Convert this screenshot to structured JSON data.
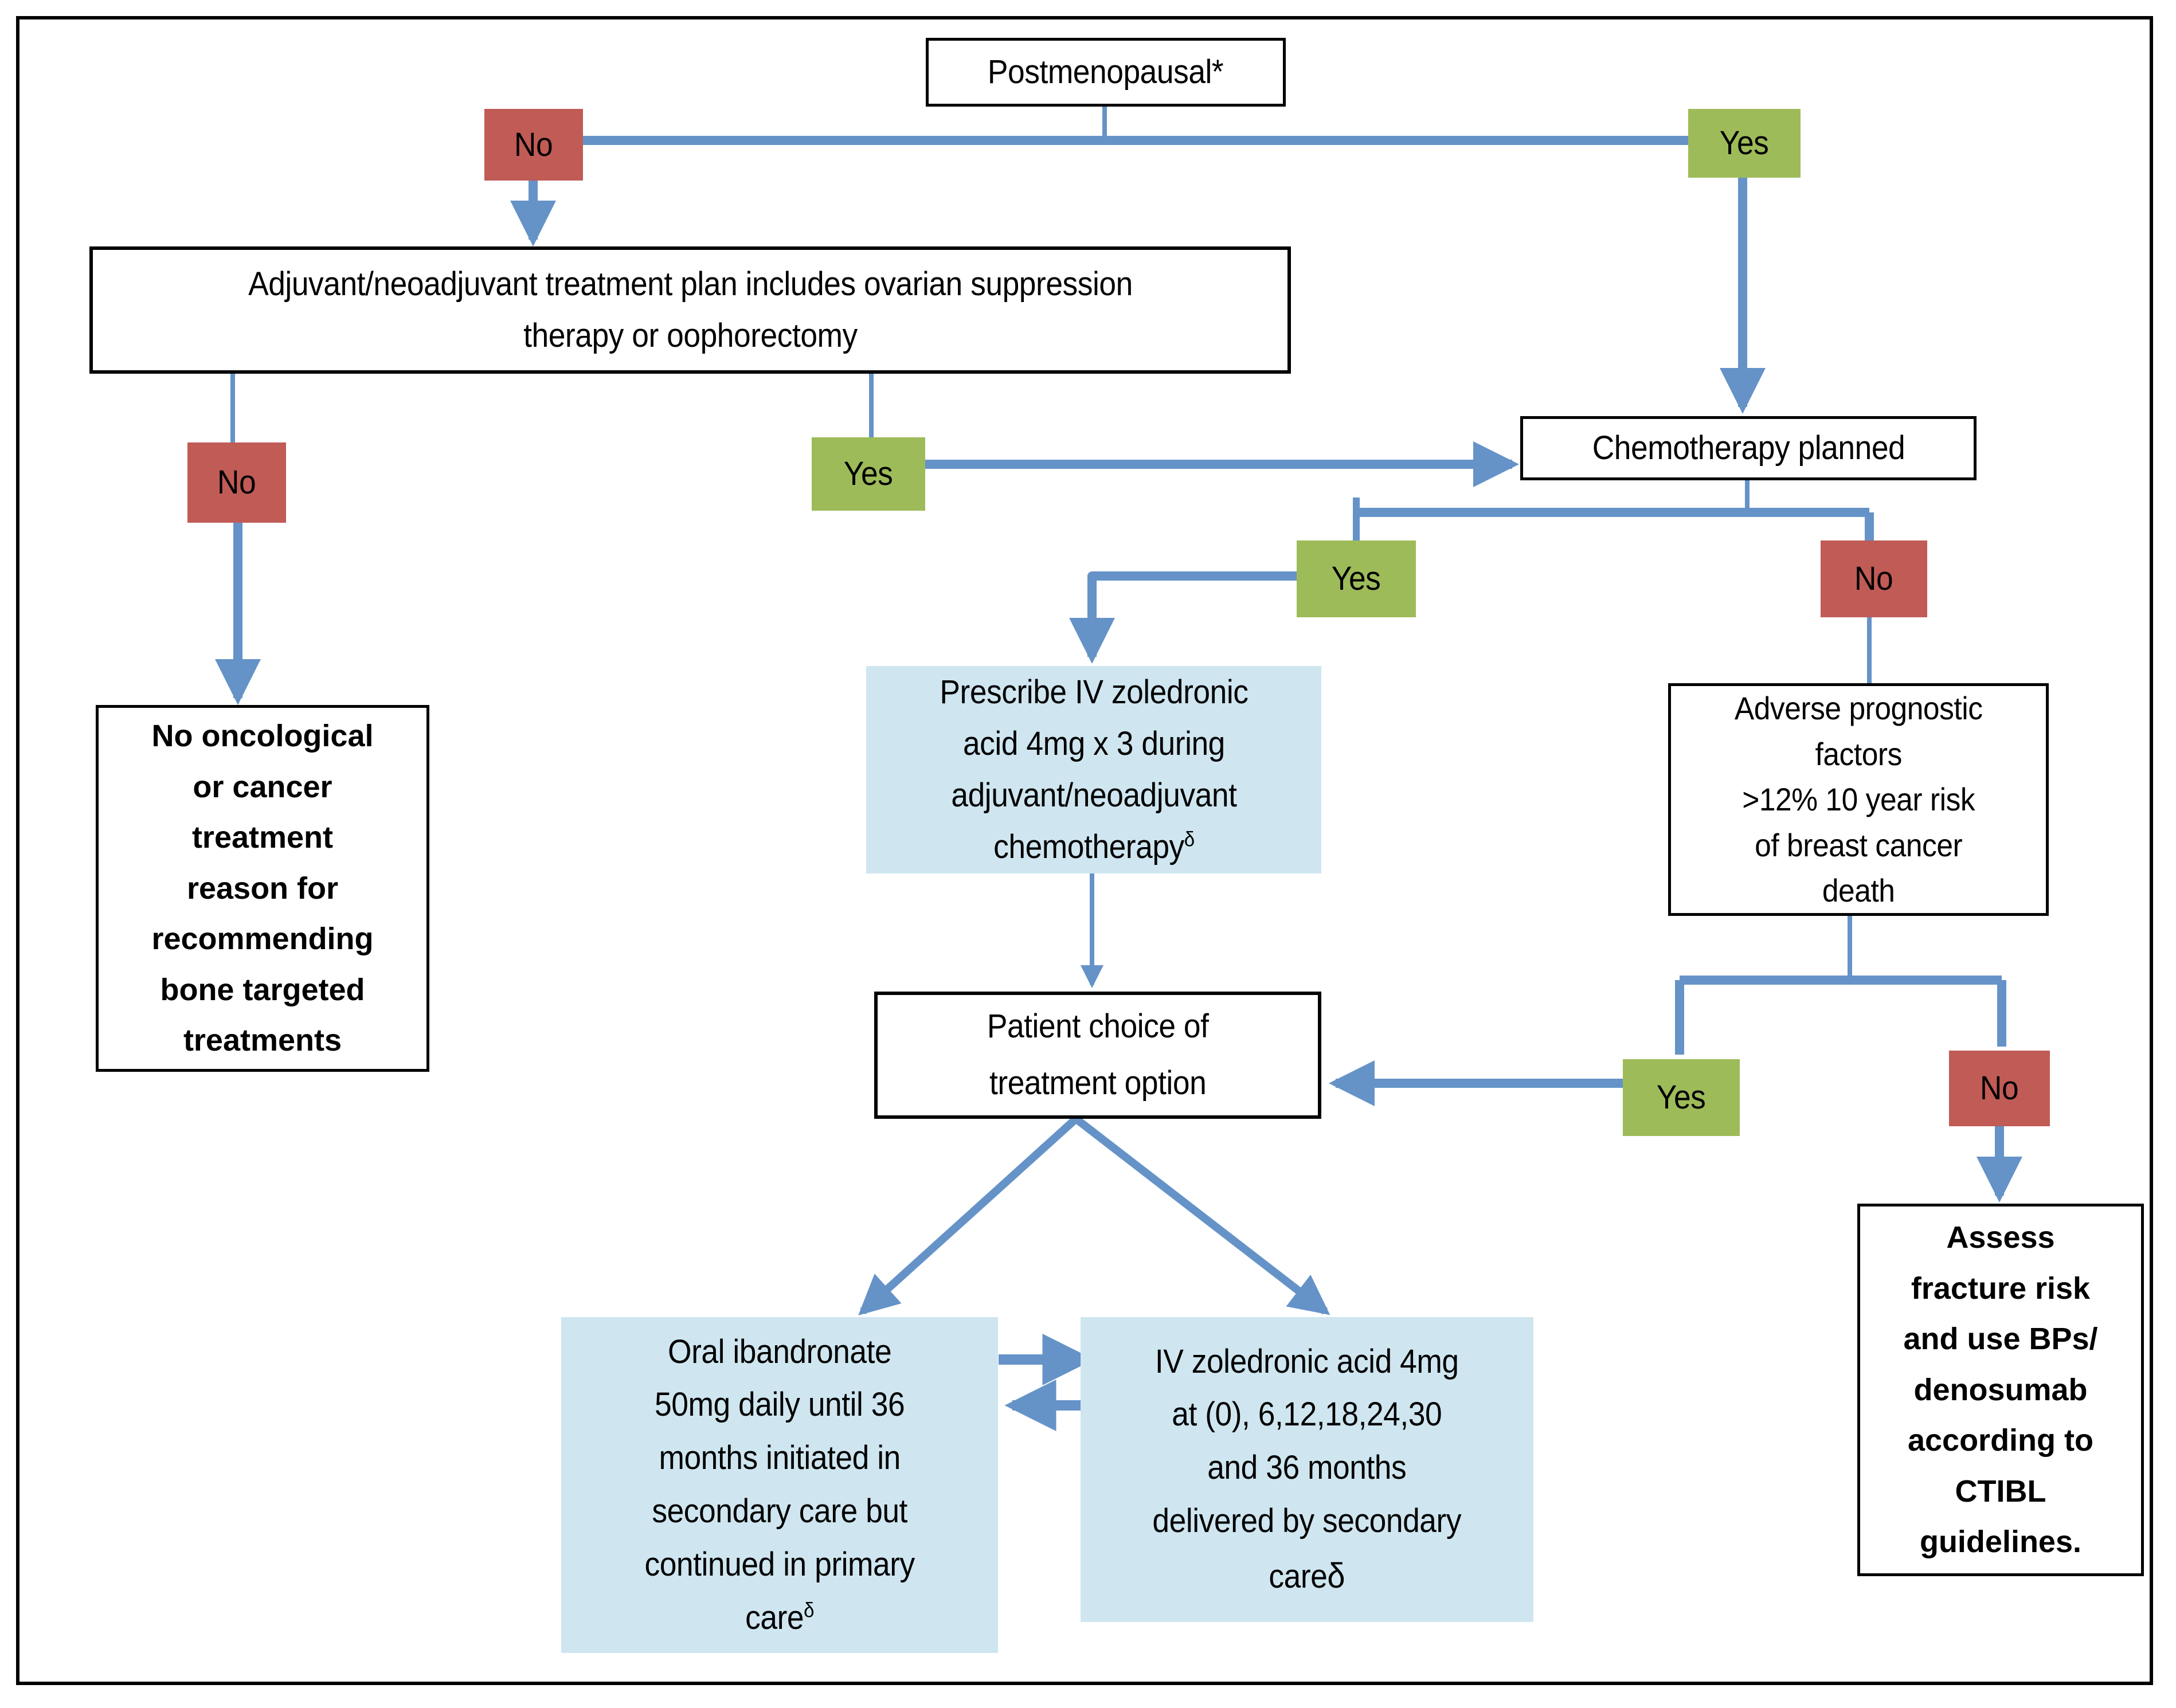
{
  "palette": {
    "red": "#c05b56",
    "green": "#9ebb59",
    "arrow_blue": "#6593c8",
    "light_blue": "#cfe6f0",
    "line_black": "#000000"
  },
  "nodes": {
    "postmenopausal": {
      "label": "Postmenopausal*"
    },
    "no_top": {
      "label": "No"
    },
    "yes_top": {
      "label": "Yes"
    },
    "adjuvant": {
      "label": "Adjuvant/neoadjuvant treatment plan includes ovarian suppression\ntherapy or oophorectomy"
    },
    "chemo": {
      "label": "Chemotherapy planned"
    },
    "no_ovarian": {
      "label": "No"
    },
    "yes_ovarian": {
      "label": "Yes"
    },
    "no_oncological": {
      "label": "No oncological\nor cancer\ntreatment\nreason for\nrecommending\nbone targeted\ntreatments"
    },
    "yes_chemo": {
      "label": "Yes"
    },
    "no_chemo": {
      "label": "No"
    },
    "prescribe": {
      "label": "Prescribe IV zoledronic\nacid 4mg x 3 during\nadjuvant/neoadjuvant\nchemotherapy",
      "sup": "δ"
    },
    "adverse": {
      "label": "Adverse prognostic\nfactors\n>12% 10 year risk\nof breast cancer\ndeath"
    },
    "patient_choice": {
      "label": "Patient choice of\ntreatment option"
    },
    "yes_adverse": {
      "label": "Yes"
    },
    "no_adverse": {
      "label": "No"
    },
    "assess": {
      "label": "Assess\nfracture risk\nand use BPs/\ndenosumab\naccording to\nCTIBL\nguidelines."
    },
    "oral": {
      "label": "Oral ibandronate\n50mg daily until 36\nmonths initiated in\nsecondary care but\ncontinued in primary\ncare",
      "sup": "δ"
    },
    "iv": {
      "label": "IV zoledronic acid 4mg\nat (0), 6,12,18,24,30\nand 36 months\ndelivered by secondary\ncare",
      "suffix": "δ"
    }
  }
}
